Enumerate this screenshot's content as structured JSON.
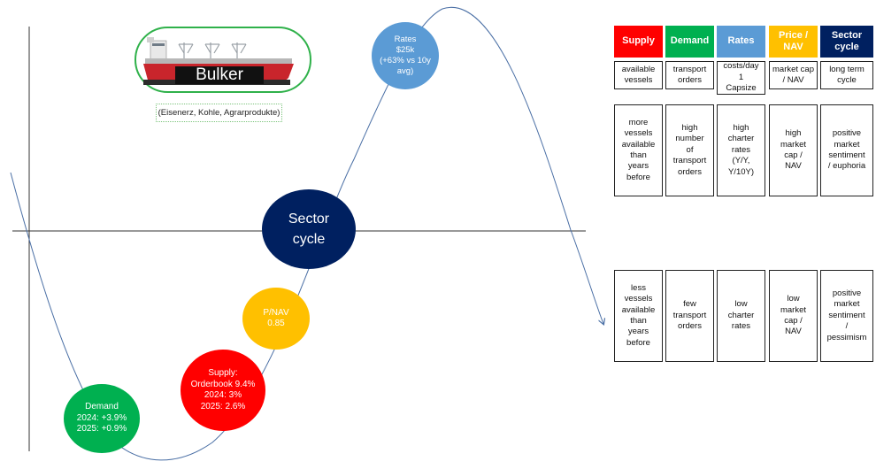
{
  "title_area": {
    "ship_label": "Bulker",
    "cargo_note": "(Eisenerz, Kohle, Agrarprodukte)"
  },
  "center": {
    "line1": "Sector",
    "line2": "cycle"
  },
  "circles": {
    "rates": {
      "lines": [
        "Rates",
        "$25k",
        "(+63% vs 10y",
        "avg)"
      ]
    },
    "pnav": {
      "lines": [
        "P/NAV",
        "0.85"
      ]
    },
    "supply": {
      "lines": [
        "Supply:",
        "Orderbook 9.4%",
        "2024: 3%",
        "2025: 2.6%"
      ]
    },
    "demand": {
      "lines": [
        "Demand",
        "2024: +3.9%",
        "2025: +0.9%"
      ]
    }
  },
  "legend": {
    "headers": [
      {
        "label": "Supply",
        "color": "#ff0000"
      },
      {
        "label": "Demand",
        "color": "#00b050"
      },
      {
        "label": "Rates",
        "color": "#5b9bd5"
      },
      {
        "label": "Price /\nNAV",
        "color": "#ffc000"
      },
      {
        "label": "Sector cycle",
        "color": "#002060"
      }
    ],
    "definitions": [
      "available\nvessels",
      "transport\norders",
      "costs/day\n1\nCapsize",
      "market cap\n/ NAV",
      "long term\ncycle"
    ],
    "high": [
      "more\nvessels\navailable\nthan\nyears\nbefore",
      "high\nnumber\nof\ntransport\norders",
      "high\ncharter\nrates\n(Y/Y,\nY/10Y)",
      "high\nmarket\ncap /\nNAV",
      "positive\nmarket\nsentiment\n/ euphoria"
    ],
    "low": [
      "less\nvessels\navailable\nthan\nyears\nbefore",
      "few\ntransport\norders",
      "low\ncharter\nrates",
      "low\nmarket\ncap /\nNAV",
      "positive\nmarket\nsentiment\n/\npessimism"
    ]
  },
  "colors": {
    "rates_circle": "#5b9bd5",
    "pnav_circle": "#ffc000",
    "supply_circle": "#ff0000",
    "demand_circle": "#00b050",
    "center_circle": "#002060",
    "ship_hull": "#c9252c"
  }
}
